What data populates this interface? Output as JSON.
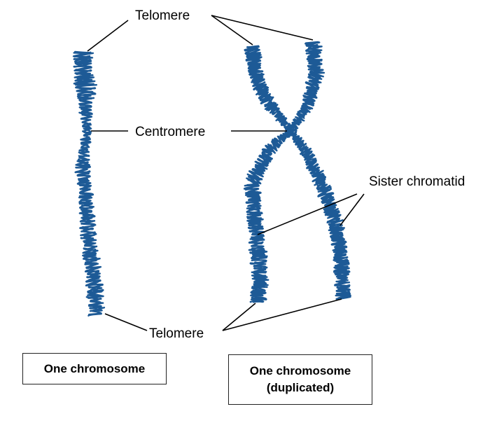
{
  "labels": {
    "telomere_top": "Telomere",
    "centromere": "Centromere",
    "sister_chromatid": "Sister chromatid",
    "telomere_bottom": "Telomere"
  },
  "captions": {
    "one_chromosome": "One chromosome",
    "duplicated_line1": "One chromosome",
    "duplicated_line2": "(duplicated)"
  },
  "colors": {
    "chromosome": "#1d5a96",
    "line": "#000000",
    "text": "#000000"
  }
}
